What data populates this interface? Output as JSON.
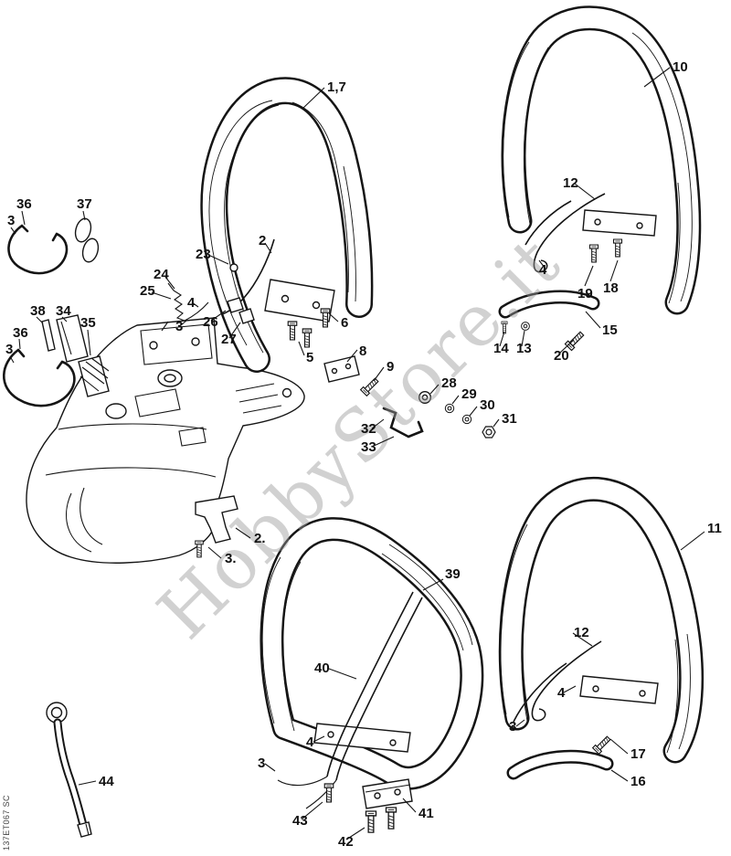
{
  "page": {
    "background": "#ffffff",
    "ink": "#151515",
    "watermark": "HobbyStore.it",
    "watermark_color": "#9a9a9a",
    "side_code": "137ET067 SC"
  },
  "diagram": {
    "callouts": {
      "p1_7": "1,7",
      "p10": "10",
      "p36_a": "36",
      "p3_a": "3",
      "p37": "37",
      "p12_a": "12",
      "p4_a": "4",
      "p19": "19",
      "p18": "18",
      "p23": "23",
      "p2_a": "2",
      "p24": "24",
      "p25": "25",
      "p4_b": "4",
      "p3_b": "3",
      "p26": "26",
      "p27": "27",
      "p38": "38",
      "p34": "34",
      "p35": "35",
      "p36_b": "36",
      "p3_c": "3",
      "p6": "6",
      "p5": "5",
      "p8": "8",
      "p9": "9",
      "p14": "14",
      "p13": "13",
      "p15": "15",
      "p20": "20",
      "p28": "28",
      "p29": "29",
      "p30": "30",
      "p31": "31",
      "p32": "32",
      "p33": "33",
      "p2_b": "2.",
      "p3_d": "3.",
      "p39": "39",
      "p11": "11",
      "p12_b": "12",
      "p40": "40",
      "p4_c": "4",
      "p4_d": "4",
      "p3_e": "3",
      "p3_f": "3",
      "p17": "17",
      "p16": "16",
      "p44": "44",
      "p43": "43",
      "p41": "41",
      "p42": "42"
    }
  }
}
